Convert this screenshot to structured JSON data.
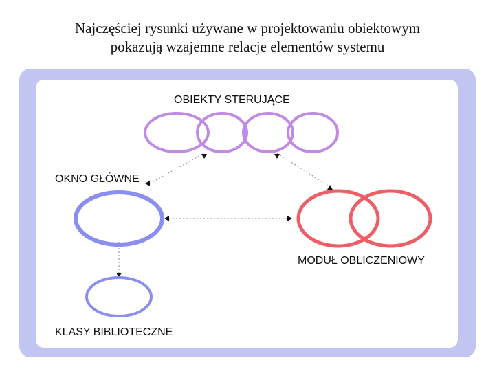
{
  "title": {
    "line1": "Najczęściej rysunki używane w projektowaniu obiektowym",
    "line2": "pokazują wzajemne relacje elementów systemu"
  },
  "diagram": {
    "colors": {
      "frame": "#c2c4f2",
      "panel": "#ffffff",
      "control_objects": "#c08ae6",
      "main_window": "#8a8ef0",
      "library": "#8a8ef0",
      "calc_module": "#ec5f67",
      "connector": "#888888",
      "arrowhead": "#111111"
    },
    "labels": {
      "control_objects": "OBIEKTY STERUJĄCE",
      "main_window": "OKNO GŁÓWNE",
      "calc_module": "MODUŁ OBLICZENIOWY",
      "library_classes": "KLASY BIBLIOTECZNE"
    }
  }
}
